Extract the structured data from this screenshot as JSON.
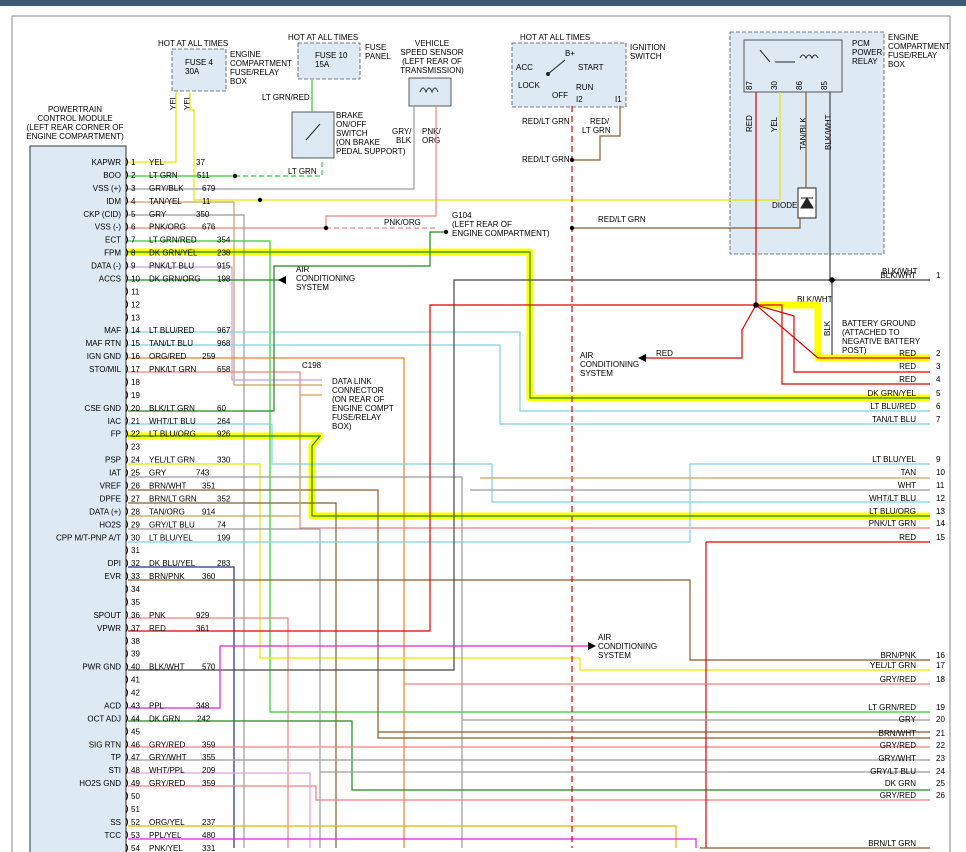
{
  "diagram": {
    "pcm_title": [
      "POWERTRAIN",
      "CONTROL MODULE",
      "(LEFT REAR CORNER OF",
      "ENGINE COMPARTMENT)"
    ],
    "fuse4": {
      "title": "HOT AT ALL TIMES",
      "name": "FUSE 4",
      "amps": "30A",
      "location": [
        "ENGINE",
        "COMPARTMENT",
        "FUSE/RELAY",
        "BOX"
      ]
    },
    "fuse10": {
      "title": "HOT AT ALL TIMES",
      "name": "FUSE 10",
      "amps": "15A",
      "location": [
        "FUSE",
        "PANEL"
      ]
    },
    "vss": [
      "VEHICLE",
      "SPEED SENSOR",
      "(LEFT REAR OF",
      "TRANSMISSION)"
    ],
    "ignition": {
      "title": "HOT AT ALL TIMES",
      "label": [
        "IGNITION",
        "SWITCH"
      ],
      "positions": [
        "B+",
        "ACC",
        "LOCK",
        "OFF",
        "START",
        "RUN",
        "I2",
        "I1"
      ]
    },
    "relay": {
      "label": [
        "PCM",
        "POWER",
        "RELAY"
      ],
      "location": [
        "ENGINE",
        "COMPARTMENT",
        "FUSE/RELAY",
        "BOX"
      ],
      "pins": [
        "87",
        "30",
        "86",
        "85"
      ],
      "diode": "DIODE"
    },
    "brake_switch": [
      "BRAKE",
      "ON/OFF",
      "SWITCH",
      "(ON BRAKE",
      "PEDAL SUPPORT)"
    ],
    "g104": [
      "G104",
      "(LEFT REAR OF",
      "ENGINE COMPARTMENT)"
    ],
    "dlc": {
      "id": "C198",
      "text": [
        "DATA LINK",
        "CONNECTOR",
        "(ON REAR OF",
        "ENGINE COMPT",
        "FUSE/RELAY",
        "BOX)"
      ]
    },
    "ac": [
      "AIR",
      "CONDITIONING",
      "SYSTEM"
    ],
    "battery_ground": [
      "BATTERY GROUND",
      "(ATTACHED TO",
      "NEGATIVE BATTERY",
      "POST)"
    ],
    "top_labels": [
      "YEL",
      "YEL",
      "LT GRN/RED",
      "GRY/",
      "BLK",
      "PNK/",
      "ORG",
      "RED/LT GRN",
      "RED/",
      "LT GRN",
      "RED/LT GRN",
      "RED",
      "YEL",
      "TAN/BLK",
      "BLK/WHT",
      "BLK",
      "LT GRN",
      "PNK/ORG",
      "RED/LT GRN",
      "BLK/WHT",
      "BLK/WHT",
      "RED"
    ],
    "pins": [
      {
        "n": "1",
        "func": "KAPWR",
        "wire": "YEL",
        "circ": "37"
      },
      {
        "n": "2",
        "func": "BOO",
        "wire": "LT GRN",
        "circ": "511"
      },
      {
        "n": "3",
        "func": "VSS (+)",
        "wire": "GRY/BLK",
        "circ": "679"
      },
      {
        "n": "4",
        "func": "IDM",
        "wire": "TAN/YEL",
        "circ": "11"
      },
      {
        "n": "5",
        "func": "CKP (CID)",
        "wire": "GRY",
        "circ": "350"
      },
      {
        "n": "6",
        "func": "VSS (-)",
        "wire": "PNK/ORG",
        "circ": "676"
      },
      {
        "n": "7",
        "func": "ECT",
        "wire": "LT GRN/RED",
        "circ": "354"
      },
      {
        "n": "8",
        "func": "FPM",
        "wire": "DK GRN/YEL",
        "circ": "238"
      },
      {
        "n": "9",
        "func": "DATA (-)",
        "wire": "PNK/LT BLU",
        "circ": "915"
      },
      {
        "n": "10",
        "func": "ACCS",
        "wire": "DK GRN/ORG",
        "circ": "198"
      },
      {
        "n": "11",
        "func": "",
        "wire": "",
        "circ": ""
      },
      {
        "n": "12",
        "func": "",
        "wire": "",
        "circ": ""
      },
      {
        "n": "13",
        "func": "",
        "wire": "",
        "circ": ""
      },
      {
        "n": "14",
        "func": "MAF",
        "wire": "LT BLU/RED",
        "circ": "967"
      },
      {
        "n": "15",
        "func": "MAF RTN",
        "wire": "TAN/LT BLU",
        "circ": "968"
      },
      {
        "n": "16",
        "func": "IGN GND",
        "wire": "ORG/RED",
        "circ": "259"
      },
      {
        "n": "17",
        "func": "STO/MIL",
        "wire": "PNK/LT GRN",
        "circ": "658"
      },
      {
        "n": "18",
        "func": "",
        "wire": "",
        "circ": ""
      },
      {
        "n": "19",
        "func": "",
        "wire": "",
        "circ": ""
      },
      {
        "n": "20",
        "func": "CSE GND",
        "wire": "BLK/LT GRN",
        "circ": "60"
      },
      {
        "n": "21",
        "func": "IAC",
        "wire": "WHT/LT BLU",
        "circ": "264"
      },
      {
        "n": "22",
        "func": "FP",
        "wire": "LT BLU/ORG",
        "circ": "926"
      },
      {
        "n": "23",
        "func": "",
        "wire": "",
        "circ": ""
      },
      {
        "n": "24",
        "func": "PSP",
        "wire": "YEL/LT GRN",
        "circ": "330"
      },
      {
        "n": "25",
        "func": "IAT",
        "wire": "GRY",
        "circ": "743"
      },
      {
        "n": "26",
        "func": "VREF",
        "wire": "BRN/WHT",
        "circ": "351"
      },
      {
        "n": "27",
        "func": "DPFE",
        "wire": "BRN/LT GRN",
        "circ": "352"
      },
      {
        "n": "28",
        "func": "DATA (+)",
        "wire": "TAN/ORG",
        "circ": "914"
      },
      {
        "n": "29",
        "func": "HO2S",
        "wire": "GRY/LT BLU",
        "circ": "74"
      },
      {
        "n": "30",
        "func": "CPP M/T-PNP A/T",
        "wire": "LT BLU/YEL",
        "circ": "199"
      },
      {
        "n": "31",
        "func": "",
        "wire": "",
        "circ": ""
      },
      {
        "n": "32",
        "func": "DPI",
        "wire": "DK BLU/YEL",
        "circ": "283"
      },
      {
        "n": "33",
        "func": "EVR",
        "wire": "BRN/PNK",
        "circ": "360"
      },
      {
        "n": "34",
        "func": "",
        "wire": "",
        "circ": ""
      },
      {
        "n": "35",
        "func": "",
        "wire": "",
        "circ": ""
      },
      {
        "n": "36",
        "func": "SPOUT",
        "wire": "PNK",
        "circ": "929"
      },
      {
        "n": "37",
        "func": "VPWR",
        "wire": "RED",
        "circ": "361"
      },
      {
        "n": "38",
        "func": "",
        "wire": "",
        "circ": ""
      },
      {
        "n": "39",
        "func": "",
        "wire": "",
        "circ": ""
      },
      {
        "n": "40",
        "func": "PWR GND",
        "wire": "BLK/WHT",
        "circ": "570"
      },
      {
        "n": "41",
        "func": "",
        "wire": "",
        "circ": ""
      },
      {
        "n": "42",
        "func": "",
        "wire": "",
        "circ": ""
      },
      {
        "n": "43",
        "func": "ACD",
        "wire": "PPL",
        "circ": "348"
      },
      {
        "n": "44",
        "func": "OCT ADJ",
        "wire": "DK GRN",
        "circ": "242"
      },
      {
        "n": "45",
        "func": "",
        "wire": "",
        "circ": ""
      },
      {
        "n": "46",
        "func": "SIG RTN",
        "wire": "GRY/RED",
        "circ": "359"
      },
      {
        "n": "47",
        "func": "TP",
        "wire": "GRY/WHT",
        "circ": "355"
      },
      {
        "n": "48",
        "func": "STI",
        "wire": "WHT/PPL",
        "circ": "209"
      },
      {
        "n": "49",
        "func": "HO2S GND",
        "wire": "GRY/RED",
        "circ": "359"
      },
      {
        "n": "50",
        "func": "",
        "wire": "",
        "circ": ""
      },
      {
        "n": "51",
        "func": "",
        "wire": "",
        "circ": ""
      },
      {
        "n": "52",
        "func": "SS",
        "wire": "ORG/YEL",
        "circ": "237"
      },
      {
        "n": "53",
        "func": "TCC",
        "wire": "PPL/YEL",
        "circ": "480"
      },
      {
        "n": "54",
        "func": "",
        "wire": "PNK/YEL",
        "circ": "331"
      }
    ],
    "right": [
      {
        "n": "1",
        "wire": "BLK/WHT"
      },
      {
        "n": "2",
        "wire": "RED"
      },
      {
        "n": "3",
        "wire": "RED"
      },
      {
        "n": "4",
        "wire": "RED"
      },
      {
        "n": "5",
        "wire": "DK GRN/YEL"
      },
      {
        "n": "6",
        "wire": "LT BLU/RED"
      },
      {
        "n": "7",
        "wire": "TAN/LT BLU"
      },
      {
        "n": "9",
        "wire": "LT BLU/YEL"
      },
      {
        "n": "10",
        "wire": "TAN"
      },
      {
        "n": "11",
        "wire": "WHT"
      },
      {
        "n": "12",
        "wire": "WHT/LT BLU"
      },
      {
        "n": "13",
        "wire": "LT BLU/ORG"
      },
      {
        "n": "14",
        "wire": "PNK/LT GRN"
      },
      {
        "n": "15",
        "wire": "RED"
      },
      {
        "n": "16",
        "wire": "BRN/PNK"
      },
      {
        "n": "17",
        "wire": "YEL/LT GRN"
      },
      {
        "n": "18",
        "wire": "GRY/RED"
      },
      {
        "n": "19",
        "wire": "LT GRN/RED"
      },
      {
        "n": "20",
        "wire": "GRY"
      },
      {
        "n": "21",
        "wire": "BRN/WHT"
      },
      {
        "n": "22",
        "wire": "GRY/RED"
      },
      {
        "n": "23",
        "wire": "GRY/WHT"
      },
      {
        "n": "24",
        "wire": "GRY/LT BLU"
      },
      {
        "n": "25",
        "wire": "DK GRN"
      },
      {
        "n": "26",
        "wire": "GRY/RED"
      },
      {
        "n": "",
        "wire": "BRN/LT GRN"
      }
    ]
  },
  "colors": {
    "highlight": "#ffff00",
    "box_fill": "#dde9f3",
    "red": "#e00000",
    "yellow": "#e8e800",
    "lt_green": "#33cc33",
    "dk_green": "#1a8a1a",
    "pink": "#f08080",
    "magenta": "#e020e0",
    "gray": "#9a9a9a",
    "brown": "#8b5a2b",
    "lt_blue": "#80d0e0",
    "orange": "#f08020",
    "black": "#111111"
  }
}
